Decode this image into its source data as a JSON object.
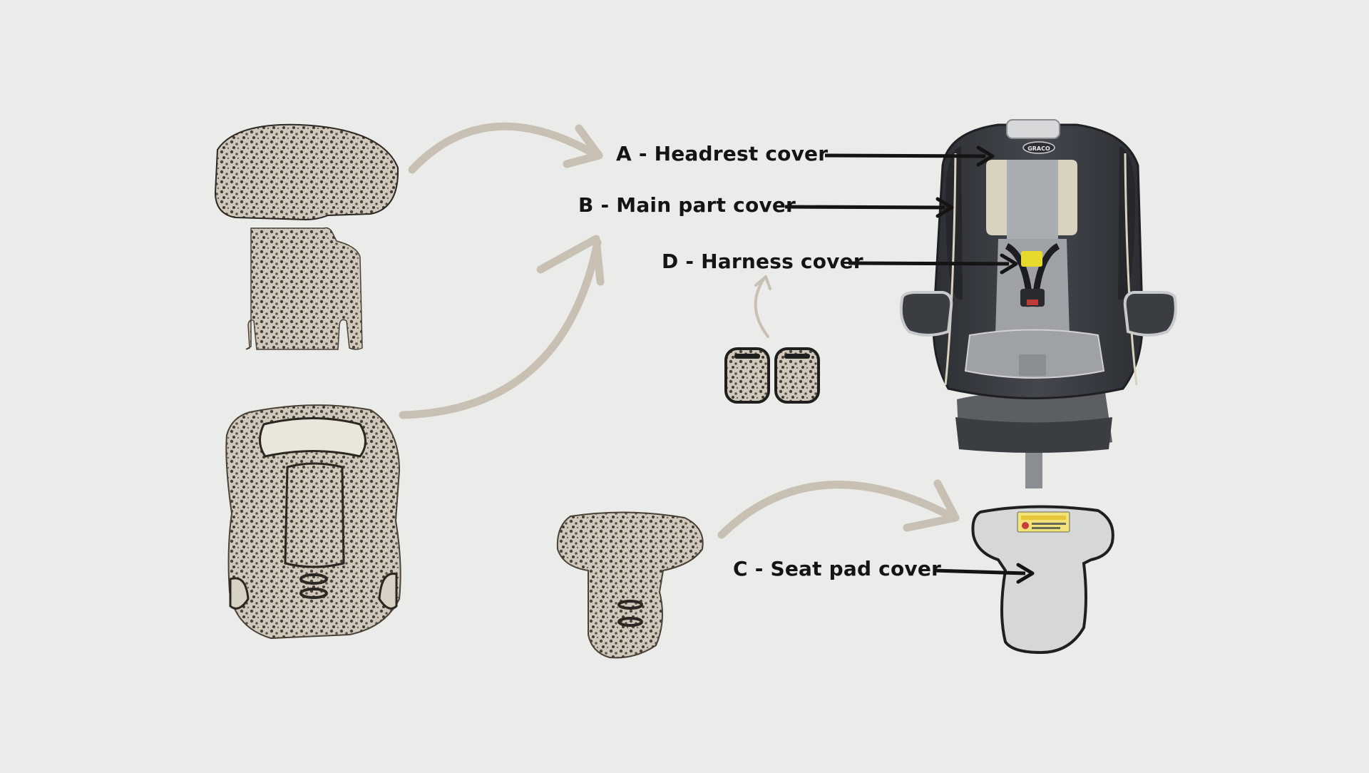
{
  "labels": {
    "headrest": "A - Headrest cover",
    "main_part": "B - Main part cover",
    "harness": "D - Harness cover",
    "seat_pad": "C - Seat pad cover"
  },
  "seat_brand_logo": "GRACO",
  "colors": {
    "background": "#ebebea",
    "curved_arrows": "#c8c0b2",
    "pointer_arrows": "#141414",
    "cover_fabric": "#8a8070",
    "seat_dark": "#3a3d42",
    "seat_light": "#a9acb0"
  },
  "icons": [
    "headrest-cover-piece",
    "main-cover-piece",
    "harness-pad-pair",
    "seat-pad-cover-piece",
    "car-seat",
    "seat-pad-insert"
  ]
}
